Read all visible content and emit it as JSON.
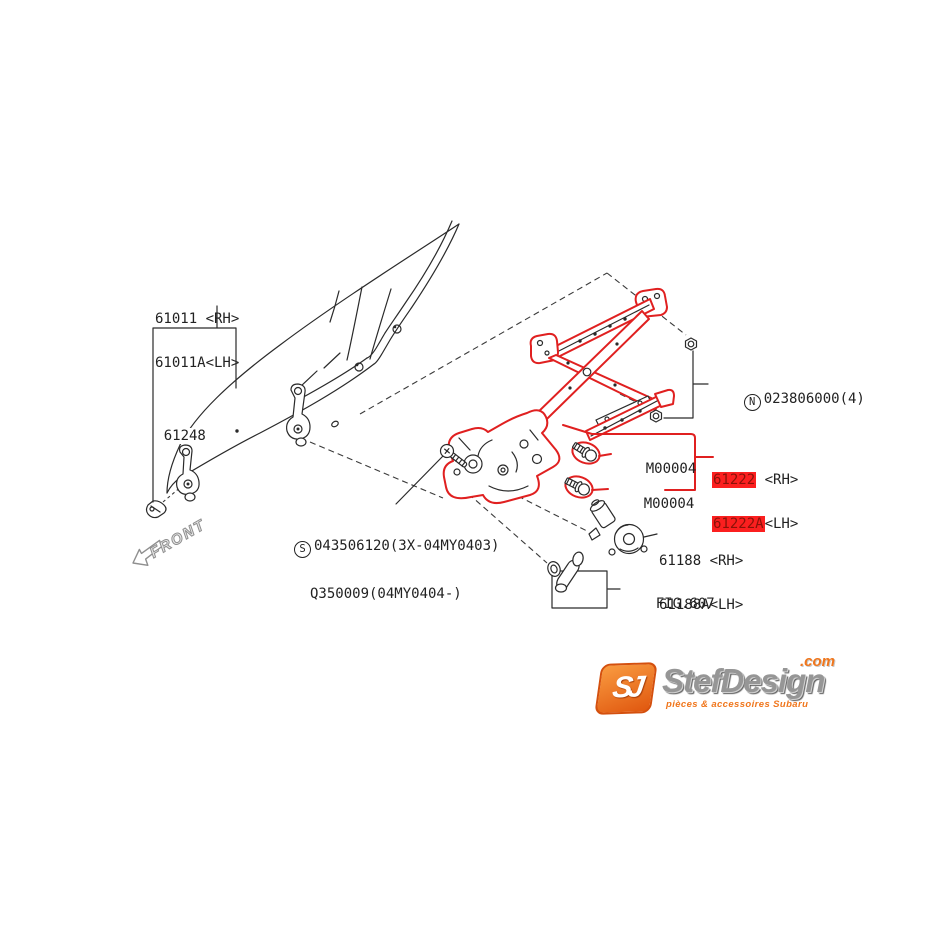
{
  "colors": {
    "red": "#e02020",
    "red_bg": "#fb1f1f",
    "red_text": "#8a1208",
    "ink": "#222222",
    "orange": "#f0761c"
  },
  "diagram": {
    "labels": {
      "glass": {
        "line1": "61011 <RH>",
        "line2": "61011A<LH>"
      },
      "stabilizer": "61248",
      "nut": {
        "badge": "N",
        "text": "023806000(4)"
      },
      "regulator": {
        "hl1": "61222",
        "suffix1": " <RH>",
        "hl2": "61222A",
        "suffix2": "<LH>"
      },
      "bolt_top": "M00004",
      "bolt_bottom": "M00004",
      "screw": {
        "badge": "S",
        "line1": "043506120(3X-04MY0403)",
        "line2": "Q350009(04MY0404-)"
      },
      "motor": {
        "line1": "61188 <RH>",
        "line2": "61188A<LH>"
      },
      "figure": "FIG.607",
      "front": "FRONT"
    }
  },
  "logo": {
    "emblem": "SJ",
    "brand": "StefDesign",
    "tld": ".com",
    "tagline": "pièces & accessoires Subaru"
  }
}
